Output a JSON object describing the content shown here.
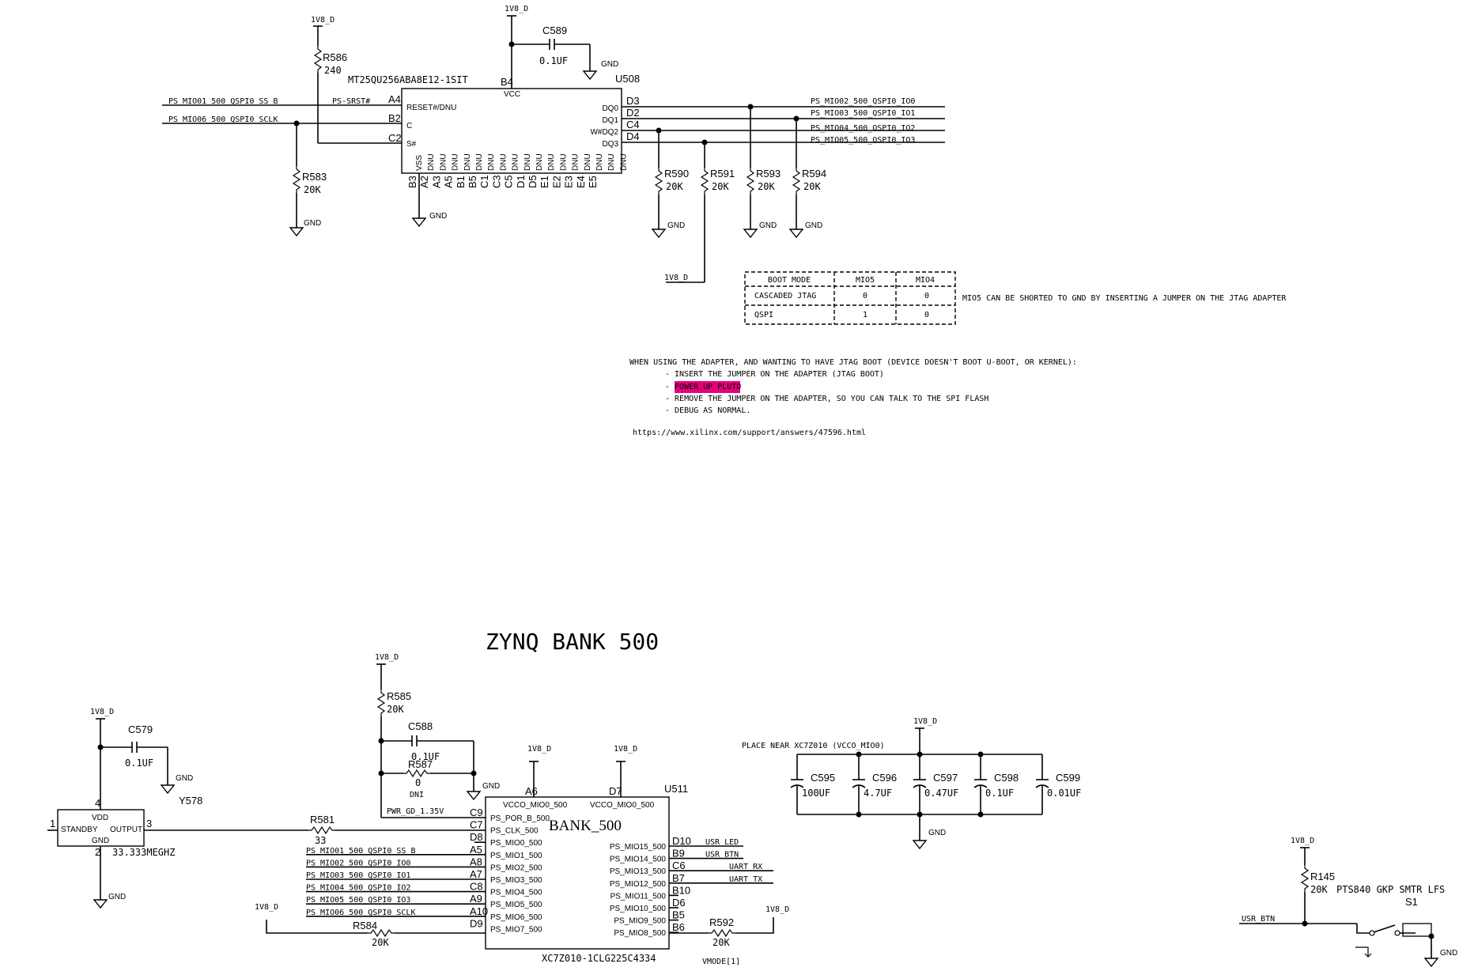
{
  "rails": {
    "v18": "1V8_D",
    "gnd": "GND"
  },
  "top": {
    "u508": {
      "ref": "U508",
      "part": "MT25QU256ABA8E12-1SIT",
      "vcc_pin": "B4",
      "vcc_label": "VCC",
      "left_pins": [
        {
          "num": "A4",
          "name": "RESET#/DNU",
          "net": "PS_MIO01_500_QSPI0_SS_B",
          "local": "PS-SRST#"
        },
        {
          "num": "B2",
          "name": "C",
          "net": "PS_MIO06_500_QSPI0_SCLK"
        },
        {
          "num": "C2",
          "name": "S#"
        }
      ],
      "right_pins": [
        {
          "num": "D3",
          "name": "DQ0",
          "net": "PS_MIO02_500_QSPI0_IO0"
        },
        {
          "num": "D2",
          "name": "DQ1",
          "net": "PS_MIO03_500_QSPI0_IO1"
        },
        {
          "num": "C4",
          "name": "W#DQ2",
          "net": "PS_MIO04_500_QSPI0_IO2"
        },
        {
          "num": "D4",
          "name": "DQ3",
          "net": "PS_MIO05_500_QSPI0_IO3"
        }
      ],
      "bottom_names": [
        "VSS",
        "DNU",
        "DNU",
        "DNU",
        "DNU",
        "DNU",
        "DNU",
        "DNU",
        "DNU",
        "DNU",
        "DNU",
        "DNU",
        "DNU",
        "DNU",
        "DNU",
        "DNU",
        "DNU",
        "DNU"
      ],
      "bottom_nums": [
        "B3",
        "A2",
        "A3",
        "A5",
        "B1",
        "B5",
        "C1",
        "C3",
        "C5",
        "D1",
        "D5",
        "E1",
        "E2",
        "E3",
        "E4",
        "E5"
      ]
    },
    "c589": {
      "ref": "C589",
      "val": "0.1UF"
    },
    "r586": {
      "ref": "R586",
      "val": "240"
    },
    "r583": {
      "ref": "R583",
      "val": "20K"
    },
    "pullups": [
      {
        "ref": "R590",
        "val": "20K"
      },
      {
        "ref": "R591",
        "val": "20K"
      },
      {
        "ref": "R593",
        "val": "20K"
      },
      {
        "ref": "R594",
        "val": "20K"
      }
    ]
  },
  "boot_table": {
    "headers": [
      "BOOT MODE",
      "MIO5",
      "MIO4"
    ],
    "rows": [
      [
        "CASCADED JTAG",
        "0",
        "0"
      ],
      [
        "QSPI",
        "1",
        "0"
      ]
    ],
    "side_note": "MIO5 CAN BE SHORTED TO GND BY INSERTING A JUMPER ON THE JTAG ADAPTER"
  },
  "instructions": {
    "heading": "WHEN USING THE ADAPTER, AND WANTING TO HAVE JTAG BOOT (DEVICE DOESN'T BOOT U-BOOT, OR KERNEL):",
    "steps": [
      "- INSERT THE JUMPER ON THE ADAPTER (JTAG BOOT)",
      "- POWER UP PLUTO",
      "- REMOVE THE JUMPER ON THE ADAPTER, SO YOU CAN TALK TO THE SPI FLASH",
      "- DEBUG AS NORMAL."
    ],
    "highlight_color": "#e6007e",
    "url": "https://www.xilinx.com/support/answers/47596.html"
  },
  "bank_title": "ZYNQ BANK 500",
  "bottom": {
    "y578": {
      "ref": "Y578",
      "pin_vdd": "VDD",
      "pin_standby": "STANDBY",
      "pin_output": "OUTPUT",
      "pin_gnd": "GND",
      "n1": "1",
      "n2": "2",
      "n3": "3",
      "n4": "4",
      "freq": "33.333MEGHZ"
    },
    "c579": {
      "ref": "C579",
      "val": "0.1UF"
    },
    "r581": {
      "ref": "R581",
      "val": "33"
    },
    "r585": {
      "ref": "R585",
      "val": "20K"
    },
    "c588": {
      "ref": "C588",
      "val": "0.1UF"
    },
    "r587": {
      "ref": "R587",
      "val": "0",
      "dni": "DNI"
    },
    "pwr_gd": "PWR_GD_1.35V",
    "r584": {
      "ref": "R584",
      "val": "20K"
    },
    "r592": {
      "ref": "R592",
      "val": "20K"
    },
    "u511": {
      "ref": "U511",
      "name": "BANK_500",
      "part": "XC7Z010-1CLG225C4334",
      "top_pins": [
        {
          "num": "A6",
          "name": "VCCO_MIO0_500"
        },
        {
          "num": "D7",
          "name": "VCCO_MIO0_500"
        }
      ],
      "left_pins": [
        {
          "num": "C9",
          "name": "PS_POR_B_500",
          "net": ""
        },
        {
          "num": "C7",
          "name": "PS_CLK_500",
          "net": ""
        },
        {
          "num": "D8",
          "name": "PS_MIO0_500",
          "net": ""
        },
        {
          "num": "A5",
          "name": "PS_MIO1_500",
          "net": "PS_MIO01_500_QSPI0_SS_B"
        },
        {
          "num": "A8",
          "name": "PS_MIO2_500",
          "net": "PS_MIO02_500_QSPI0_IO0"
        },
        {
          "num": "A7",
          "name": "PS_MIO3_500",
          "net": "PS_MIO03_500_QSPI0_IO1"
        },
        {
          "num": "C8",
          "name": "PS_MIO4_500",
          "net": "PS_MIO04_500_QSPI0_IO2"
        },
        {
          "num": "A9",
          "name": "PS_MIO5_500",
          "net": "PS_MIO05_500_QSPI0_IO3"
        },
        {
          "num": "A10",
          "name": "PS_MIO6_500",
          "net": "PS_MIO06_500_QSPI0_SCLK"
        },
        {
          "num": "D9",
          "name": "PS_MIO7_500",
          "net": ""
        }
      ],
      "right_pins": [
        {
          "num": "D10",
          "name": "PS_MIO15_500",
          "net": "USR_LED"
        },
        {
          "num": "B9",
          "name": "PS_MIO14_500",
          "net": "USR_BTN"
        },
        {
          "num": "C6",
          "name": "PS_MIO13_500",
          "net": "UART_RX"
        },
        {
          "num": "B7",
          "name": "PS_MIO12_500",
          "net": "UART_TX"
        },
        {
          "num": "B10",
          "name": "PS_MIO11_500",
          "net": ""
        },
        {
          "num": "D6",
          "name": "PS_MIO10_500",
          "net": ""
        },
        {
          "num": "B5",
          "name": "PS_MIO9_500",
          "net": ""
        },
        {
          "num": "B6",
          "name": "PS_MIO8_500",
          "net": ""
        }
      ],
      "vmode": "VMODE[1]"
    },
    "decoupling_note": "PLACE NEAR XC7Z010 (VCCO_MIO0)",
    "caps": [
      {
        "ref": "C595",
        "val": "100UF"
      },
      {
        "ref": "C596",
        "val": "4.7UF"
      },
      {
        "ref": "C597",
        "val": "0.47UF"
      },
      {
        "ref": "C598",
        "val": "0.1UF"
      },
      {
        "ref": "C599",
        "val": "0.01UF"
      }
    ],
    "r145": {
      "ref": "R145",
      "val": "20K"
    },
    "s1": {
      "ref": "S1",
      "part": "PTS840 GKP SMTR LFS",
      "net": "USR_BTN"
    }
  }
}
